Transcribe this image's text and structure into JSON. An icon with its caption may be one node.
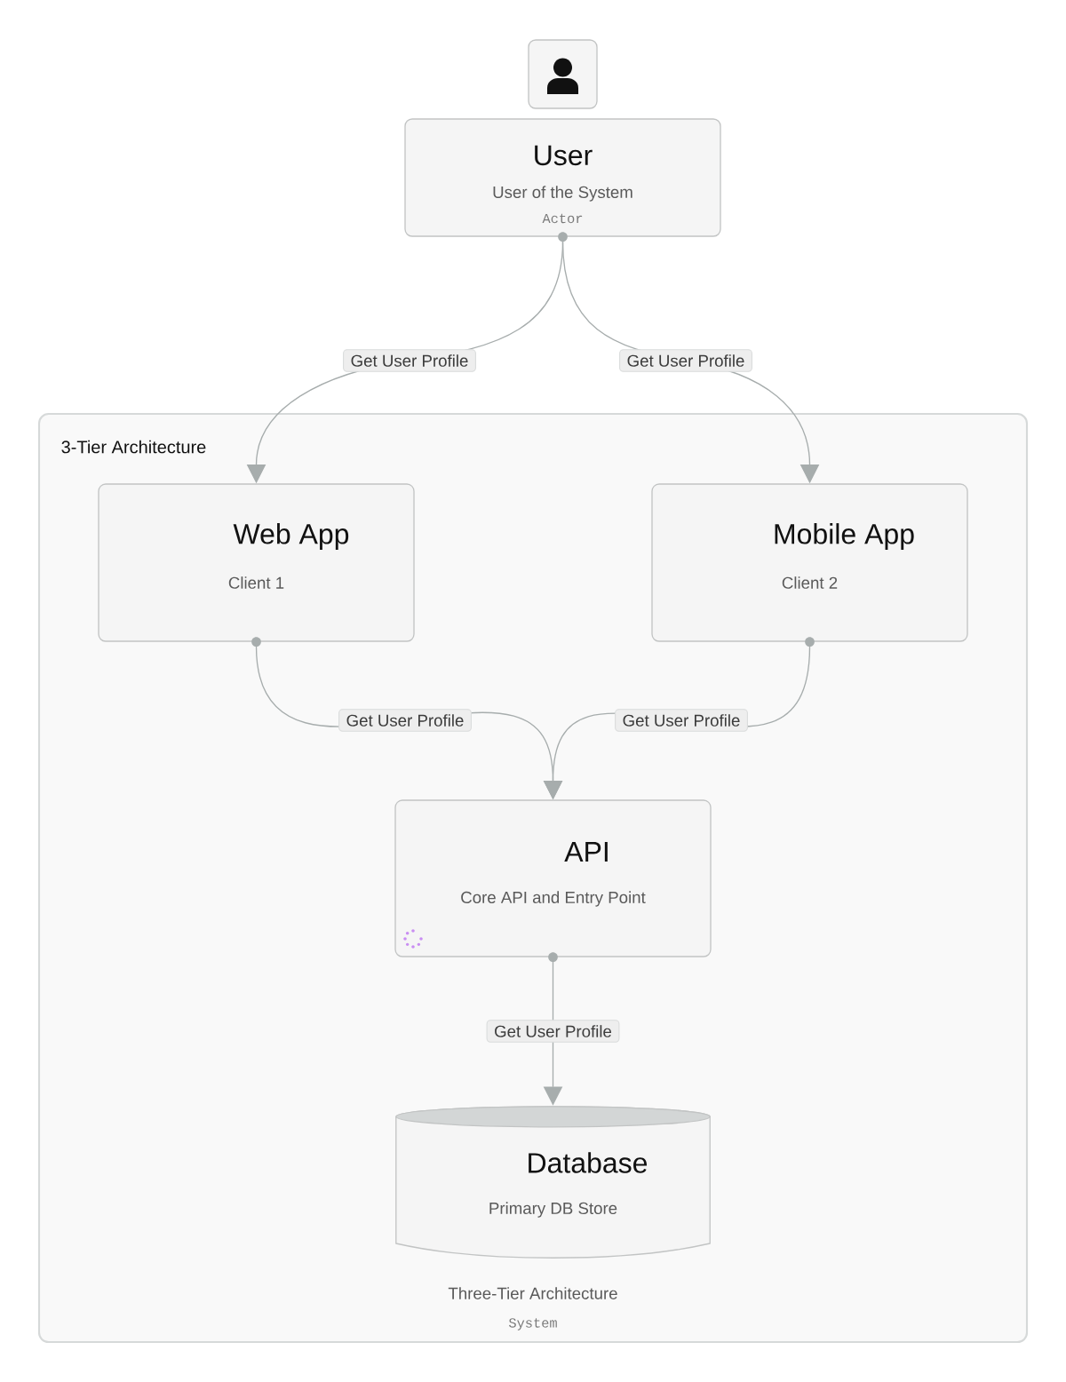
{
  "diagram": {
    "nodes": [
      {
        "text": [
          "User",
          "User of the System",
          "Actor"
        ]
      },
      {
        "text": [
          "3-Tier Architecture",
          "Three-Tier Architecture",
          "System"
        ]
      },
      {
        "text": [
          "Web App",
          "Client 1"
        ],
        "in": 1
      },
      {
        "text": [
          "Mobile App",
          "Client 2"
        ],
        "in": 1
      },
      {
        "text": [
          "API",
          "Core API and Entry Point"
        ],
        "in": 1
      },
      {
        "text": [
          "Database",
          "Primary DB Store"
        ],
        "in": 1
      }
    ],
    "edges": [
      {
        "from": 0,
        "to": 2,
        "arrow": "to",
        "label": "Get User Profile"
      },
      {
        "from": 0,
        "to": 3,
        "arrow": "to",
        "label": "Get User Profile"
      },
      {
        "from": 2,
        "to": 4,
        "arrow": "to",
        "label": "Get User Profile"
      },
      {
        "from": 3,
        "to": 4,
        "arrow": "to",
        "label": "Get User Profile"
      },
      {
        "from": 4,
        "to": 5,
        "arrow": "to",
        "label": "Get User Profile"
      }
    ]
  }
}
